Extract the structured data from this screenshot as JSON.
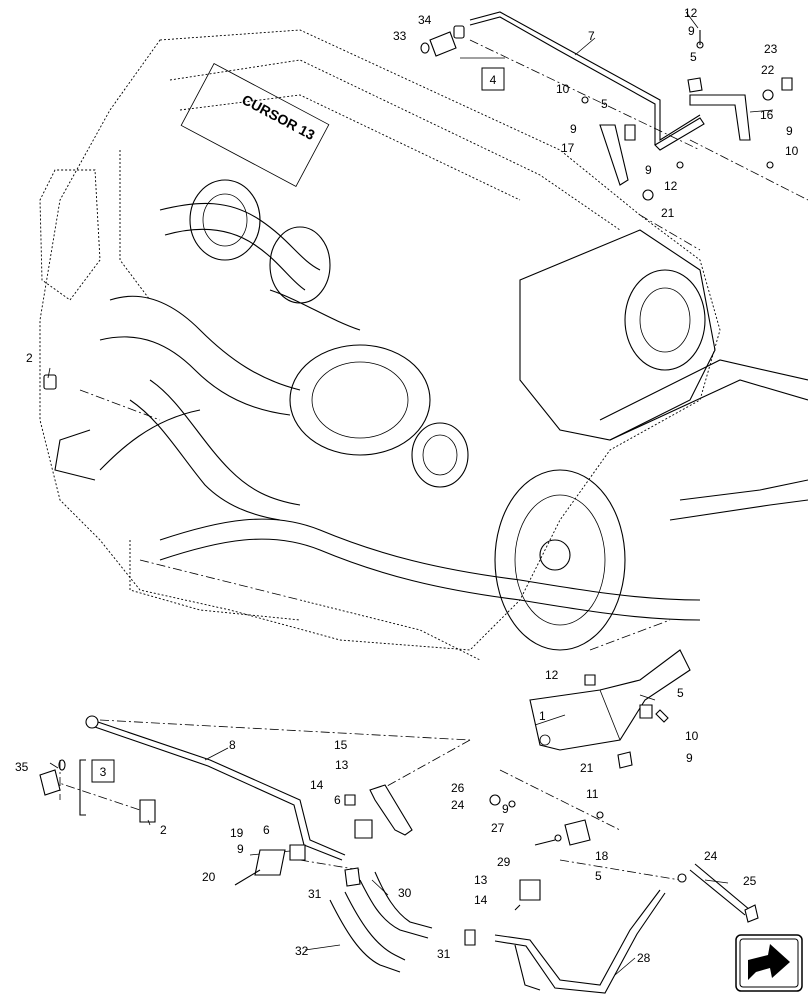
{
  "callouts": [
    "1",
    "2",
    "3",
    "4",
    "5",
    "6",
    "7",
    "8",
    "9",
    "10",
    "11",
    "12",
    "13",
    "14",
    "15",
    "16",
    "17",
    "18",
    "19",
    "20",
    "21",
    "22",
    "23",
    "24",
    "25",
    "26",
    "27",
    "28",
    "29",
    "30",
    "31",
    "32",
    "33",
    "34",
    "35"
  ],
  "boxed_labels": {
    "group3": "3",
    "group4": "4"
  },
  "nav_icon": "next-page-arrow-icon"
}
